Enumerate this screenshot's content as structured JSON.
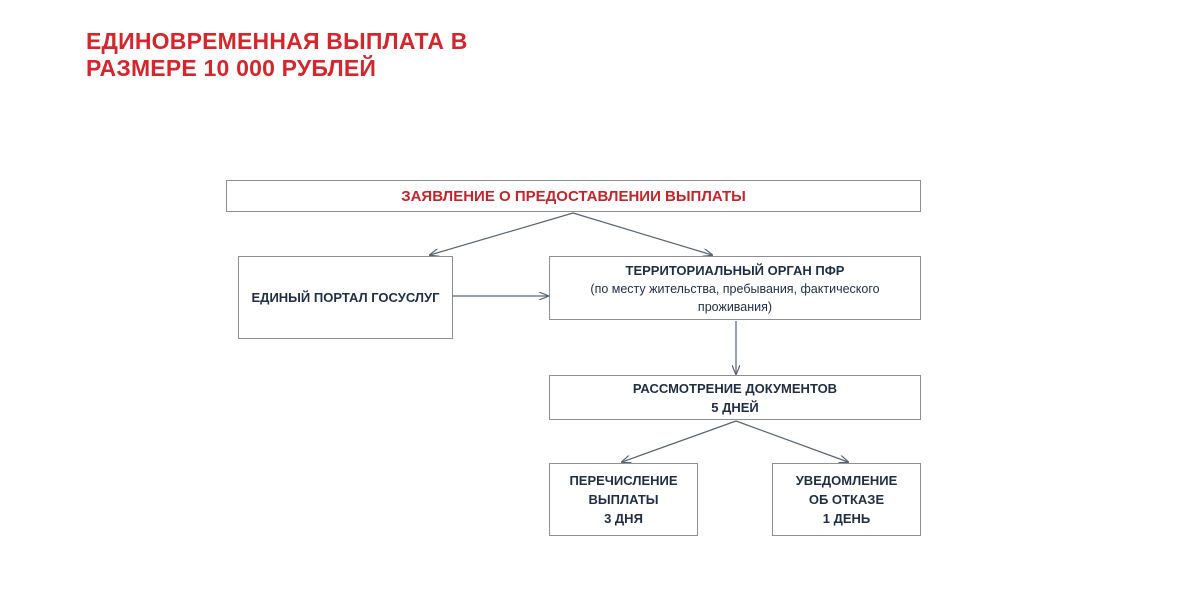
{
  "page": {
    "title_lines": [
      "ЕДИНОВРЕМЕННАЯ ВЫПЛАТА В",
      "РАЗМЕРЕ 10 000 РУБЛЕЙ"
    ]
  },
  "colors": {
    "title": "#d4262c",
    "box_border": "#8f8f8f",
    "box_text": "#1f2e42",
    "connector": "#5a6470"
  },
  "nodes": {
    "application": {
      "lines": [
        "ЗАЯВЛЕНИЕ О ПРЕДОСТАВЛЕНИИ ВЫПЛАТЫ"
      ]
    },
    "portal": {
      "lines": [
        "ЕДИНЫЙ ПОРТАЛ ГОСУСЛУГ"
      ]
    },
    "pfr": {
      "title": "ТЕРРИТОРИАЛЬНЫЙ ОРГАН  ПФР",
      "detail_lines": [
        "(по месту жительства, пребывания, фактического",
        "проживания)"
      ]
    },
    "review": {
      "lines": [
        "РАССМОТРЕНИЕ  ДОКУМЕНТОВ",
        "5 ДНЕЙ"
      ]
    },
    "transfer": {
      "lines": [
        "ПЕРЕЧИСЛЕНИЕ",
        "ВЫПЛАТЫ",
        "3 ДНЯ"
      ]
    },
    "refusal": {
      "lines": [
        "УВЕДОМЛЕНИЕ",
        "ОБ ОТКАЗЕ",
        "1 ДЕНЬ"
      ]
    }
  },
  "edges": [
    {
      "from": "application",
      "to": "portal"
    },
    {
      "from": "application",
      "to": "pfr"
    },
    {
      "from": "portal",
      "to": "pfr"
    },
    {
      "from": "pfr",
      "to": "review"
    },
    {
      "from": "review",
      "to": "transfer"
    },
    {
      "from": "review",
      "to": "refusal"
    }
  ]
}
